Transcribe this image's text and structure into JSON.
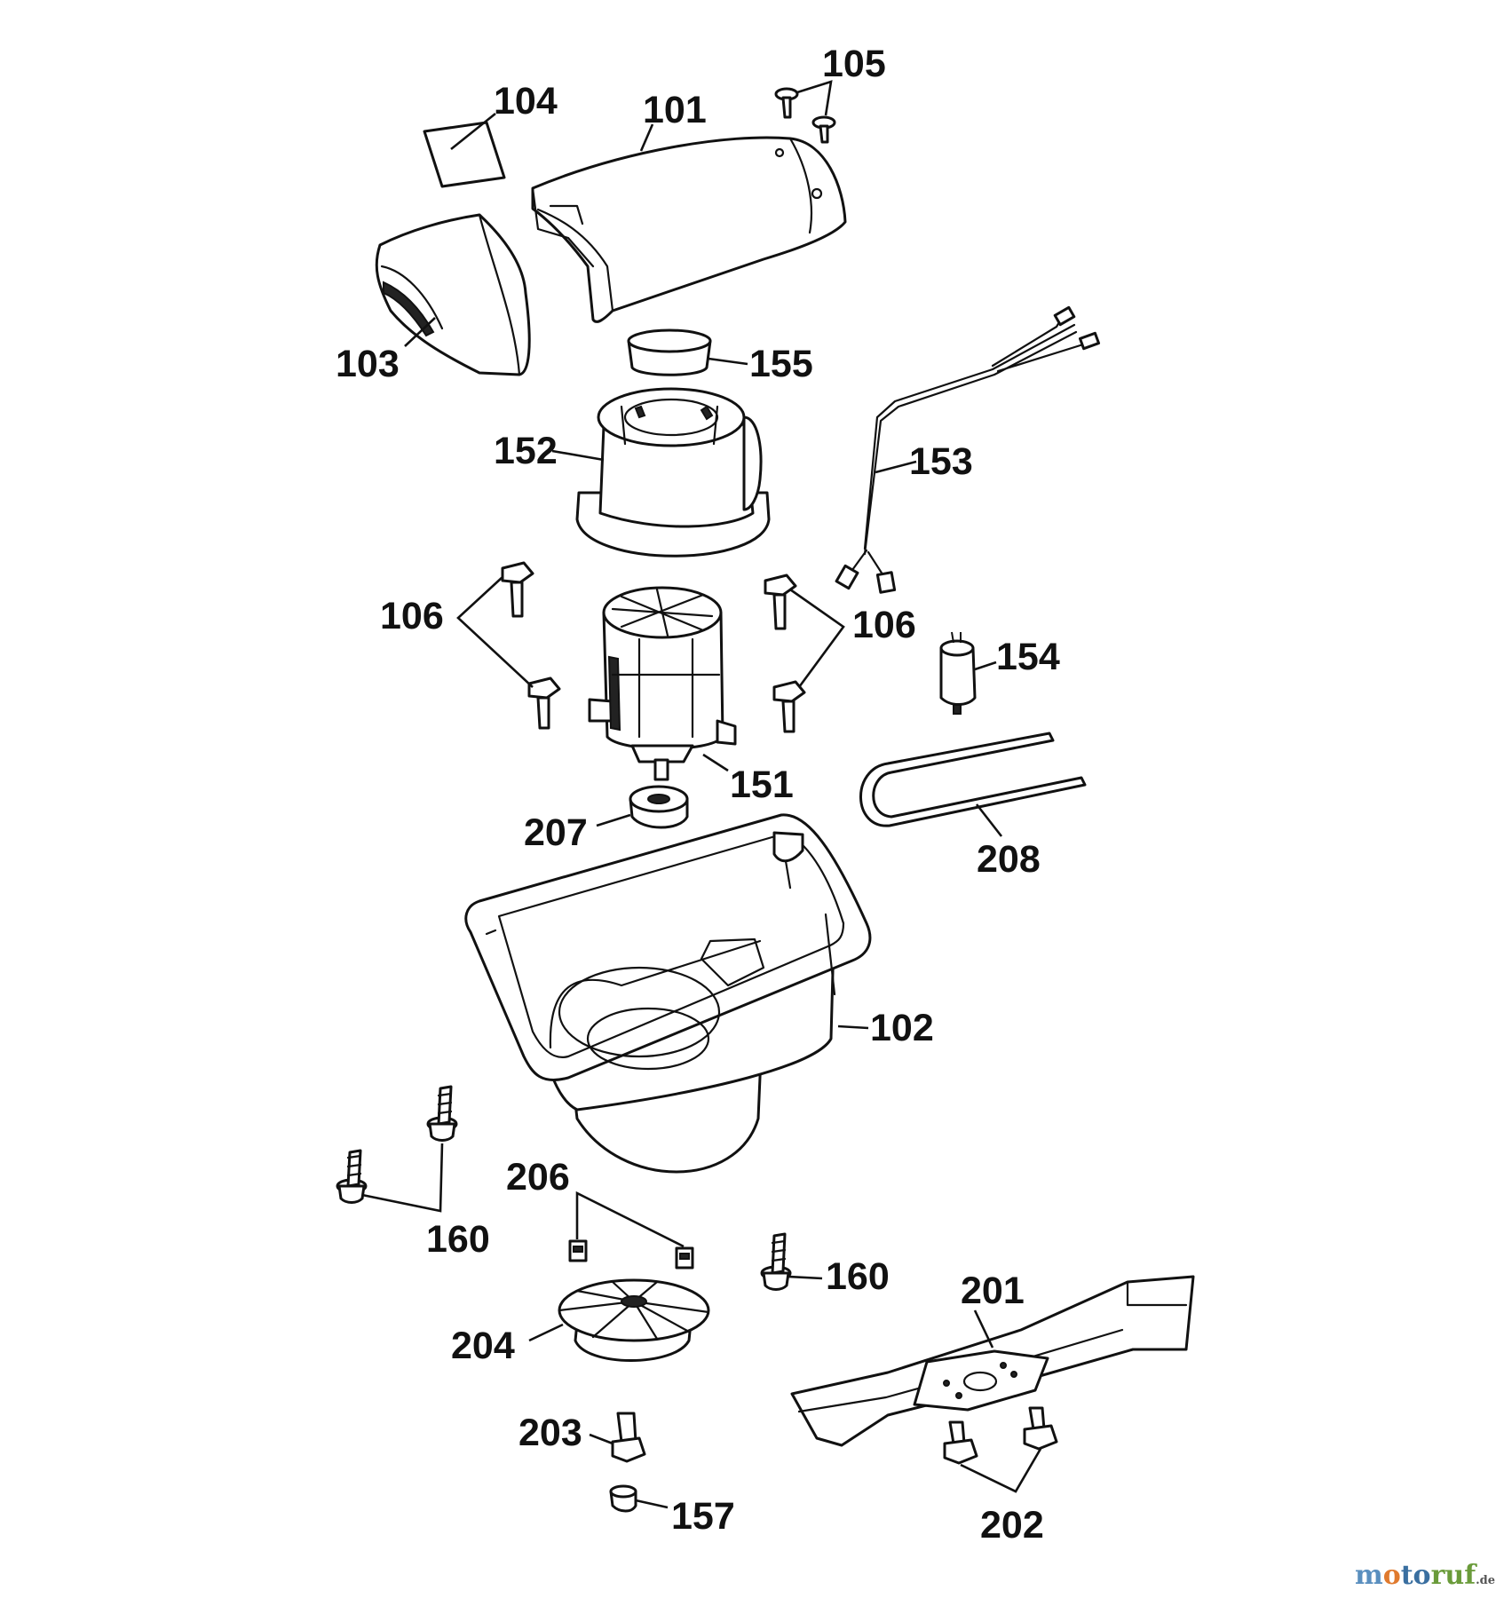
{
  "labels": {
    "p101": "101",
    "p102": "102",
    "p103": "103",
    "p104": "104",
    "p105": "105",
    "p106a": "106",
    "p106b": "106",
    "p151": "151",
    "p152": "152",
    "p153": "153",
    "p154": "154",
    "p155": "155",
    "p157": "157",
    "p160a": "160",
    "p160b": "160",
    "p201": "201",
    "p202": "202",
    "p203": "203",
    "p204": "204",
    "p206": "206",
    "p207": "207",
    "p208": "208"
  },
  "watermark": {
    "brand": "motoruf",
    "tld": ".de"
  }
}
